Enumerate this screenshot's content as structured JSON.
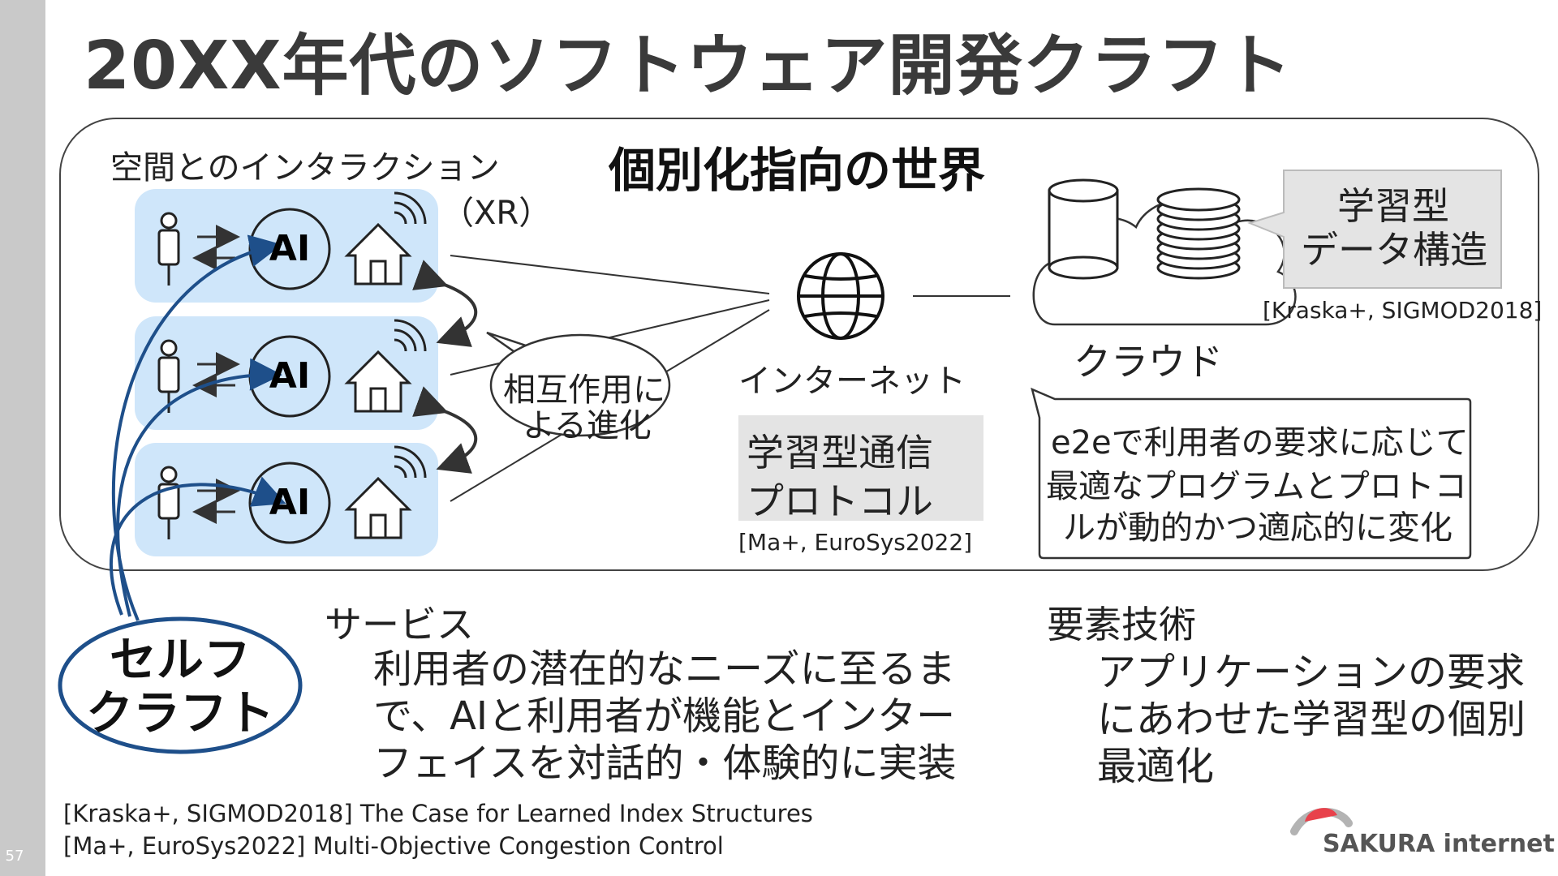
{
  "slide": {
    "page_number": "57",
    "title": "20XX年代のソフトウェア開発クラフト"
  },
  "world": {
    "heading": "個別化指向の世界",
    "xr_label_line1": "空間とのインタラクション",
    "xr_label_line2": "（XR）",
    "ai_labels": [
      "AI",
      "AI",
      "AI"
    ],
    "evolution_bubble_line1": "相互作用に",
    "evolution_bubble_line2": "よる進化",
    "internet_label": "インターネット",
    "protocol_box_line1": "学習型通信",
    "protocol_box_line2": "プロトコル",
    "protocol_ref": "[Ma+, EuroSys2022]",
    "cloud_label": "クラウド",
    "data_structure_bubble_line1": "学習型",
    "data_structure_bubble_line2": "データ構造",
    "data_structure_ref": "[Kraska+, SIGMOD2018]",
    "e2e_bubble_line1": "e2eで利用者の要求に応じて",
    "e2e_bubble_line2": "最適なプログラムとプロトコ",
    "e2e_bubble_line3": "ルが動的かつ適応的に変化"
  },
  "self_craft": "セルフ\nクラフト",
  "service": {
    "heading": "サービス",
    "body": "利用者の潜在的なニーズに至るま\nで、AIと利用者が機能とインター\nフェイスを対話的・体験的に実装"
  },
  "element_tech": {
    "heading": "要素技術",
    "body": "アプリケーションの要求\nにあわせた学習型の個別\n最適化"
  },
  "references": [
    "[Kraska+, SIGMOD2018] The Case for Learned Index Structures",
    "[Ma+, EuroSys2022] Multi-Objective Congestion Control"
  ],
  "logo": {
    "text": "SAKURA internet",
    "accent": "#e8414b"
  },
  "colors": {
    "row_fill": "#cfe6fa",
    "craft_blue": "#1e4f8a",
    "gray_box": "#e4e4e4"
  }
}
